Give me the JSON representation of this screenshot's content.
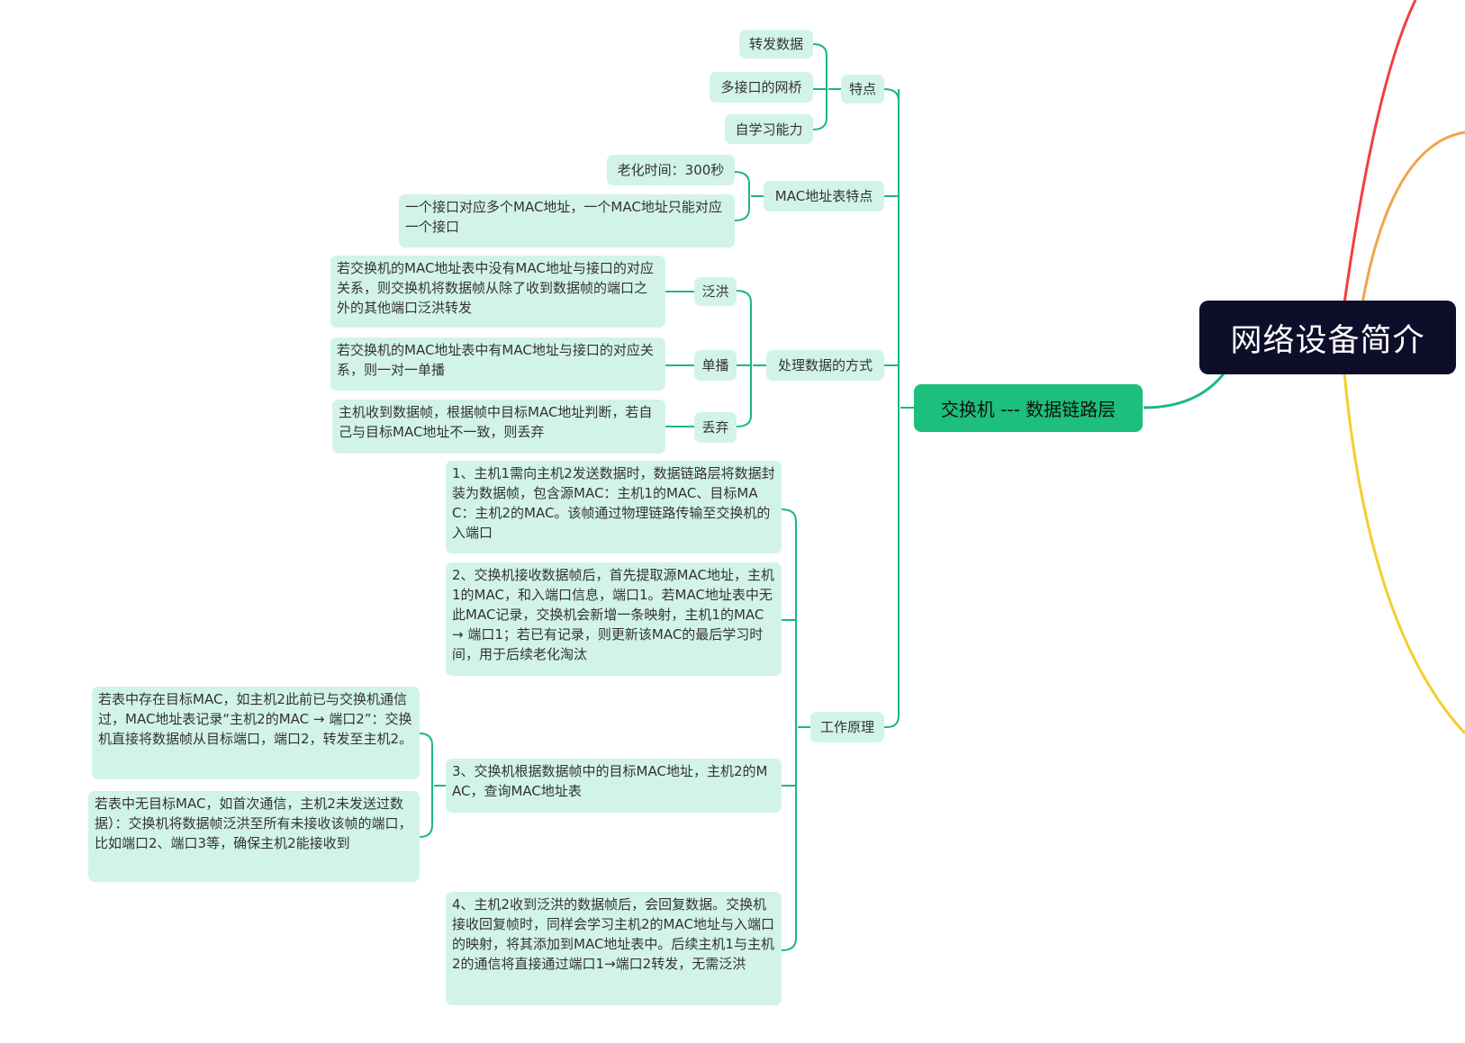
{
  "root": "网络设备简介",
  "main_topic": "交换机 --- 数据链路层",
  "colors": {
    "link": "#1ab97a",
    "node_bg": "#d2f4e6",
    "main_bg": "#1cbf7b",
    "root_bg": "#0e0e2b",
    "branch_red": "#ef4040",
    "branch_orange": "#f2a348",
    "branch_yellow": "#f2cf30"
  },
  "features": {
    "label": "特点",
    "items": [
      "转发数据",
      "多接口的网桥",
      "自学习能力"
    ]
  },
  "mac_table": {
    "label": "MAC地址表特点",
    "items": [
      "老化时间：300秒",
      "一个接口对应多个MAC地址，一个MAC地址只能对应一个接口"
    ]
  },
  "processing": {
    "label": "处理数据的方式",
    "flood": {
      "label": "泛洪",
      "desc": "若交换机的MAC地址表中没有MAC地址与接口的对应关系，则交换机将数据帧从除了收到数据帧的端口之外的其他端口泛洪转发"
    },
    "unicast": {
      "label": "单播",
      "desc": "若交换机的MAC地址表中有MAC地址与接口的对应关系，则一对一单播"
    },
    "discard": {
      "label": "丢弃",
      "desc": "主机收到数据帧，根据帧中目标MAC地址判断，若自己与目标MAC地址不一致，则丢弃"
    }
  },
  "principle": {
    "label": "工作原理",
    "step1": "1、主机1需向主机2发送数据时，数据链路层将数据封装为数据帧，包含源MAC：主机1的MAC、目标MAC：主机2的MAC。该帧通过物理链路传输至交换机的入端口",
    "step2": "2、交换机接收数据帧后，首先提取源MAC地址，主机1的MAC，和入端口信息，端口1。若MAC地址表中无此MAC记录，交换机会新增一条映射，主机1的MAC → 端口1；若已有记录，则更新该MAC的最后学习时间，用于后续老化淘汰",
    "step3": "3、交换机根据数据帧中的目标MAC地址，主机2的MAC，查询MAC地址表",
    "step3_hit": "若表中存在目标MAC，如主机2此前已与交换机通信过，MAC地址表记录“主机2的MAC → 端口2”：交换机直接将数据帧从目标端口，端口2，转发至主机2。",
    "step3_miss": "若表中无目标MAC，如首次通信，主机2未发送过数据）：交换机将数据帧泛洪至所有未接收该帧的端口，比如端口2、端口3等，确保主机2能接收到",
    "step4": "4、主机2收到泛洪的数据帧后，会回复数据。交换机接收回复帧时，同样会学习主机2的MAC地址与入端口的映射，将其添加到MAC地址表中。后续主机1与主机2的通信将直接通过端口1→端口2转发，无需泛洪"
  }
}
